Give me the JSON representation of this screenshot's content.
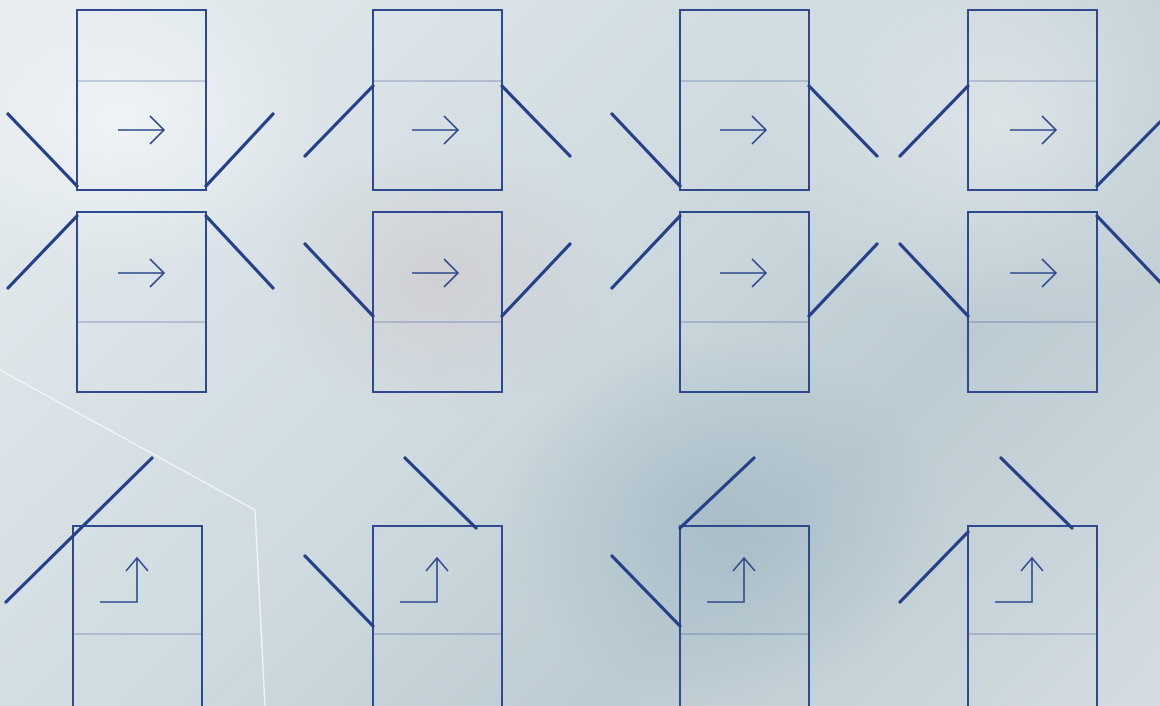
{
  "colors": {
    "stroke": "#2e4a8c",
    "leaf": "#25408a",
    "highlight": "#f4f7f8"
  },
  "symbols": [
    {
      "kind": "horizontal-arrow",
      "row": 1,
      "col": 1,
      "hinge": "bottom",
      "leaves": [
        "down-right-left",
        "up-right-right"
      ]
    },
    {
      "kind": "horizontal-arrow",
      "row": 1,
      "col": 2,
      "hinge": "bottom",
      "leaves": [
        "up-left-left",
        "down-right-right"
      ]
    },
    {
      "kind": "horizontal-arrow",
      "row": 1,
      "col": 3,
      "hinge": "bottom",
      "leaves": [
        "down-right-left",
        "down-right-right"
      ]
    },
    {
      "kind": "horizontal-arrow",
      "row": 1,
      "col": 4,
      "hinge": "bottom",
      "leaves": [
        "up-left-left",
        "up-right-right"
      ]
    },
    {
      "kind": "horizontal-arrow",
      "row": 2,
      "col": 1,
      "hinge": "top",
      "leaves": [
        "up-left-left",
        "down-right-right"
      ]
    },
    {
      "kind": "horizontal-arrow",
      "row": 2,
      "col": 2,
      "hinge": "top",
      "leaves": [
        "down-right-left",
        "up-right-right"
      ]
    },
    {
      "kind": "horizontal-arrow",
      "row": 2,
      "col": 3,
      "hinge": "top",
      "leaves": [
        "up-left-left",
        "up-right-right"
      ]
    },
    {
      "kind": "horizontal-arrow",
      "row": 2,
      "col": 4,
      "hinge": "top",
      "leaves": [
        "down-right-left",
        "down-right-right"
      ]
    },
    {
      "kind": "corner-arrow",
      "row": 3,
      "col": 1,
      "hinge": "top",
      "leaves": [
        "up-right-left"
      ]
    },
    {
      "kind": "corner-arrow",
      "row": 3,
      "col": 2,
      "hinge": "top",
      "leaves": [
        "down-right-left",
        "up-left-right"
      ]
    },
    {
      "kind": "corner-arrow",
      "row": 3,
      "col": 3,
      "hinge": "top",
      "leaves": [
        "down-right-left",
        "up-right-left-top"
      ]
    },
    {
      "kind": "corner-arrow",
      "row": 3,
      "col": 4,
      "hinge": "top",
      "leaves": [
        "up-left-left",
        "up-left-right"
      ]
    }
  ]
}
